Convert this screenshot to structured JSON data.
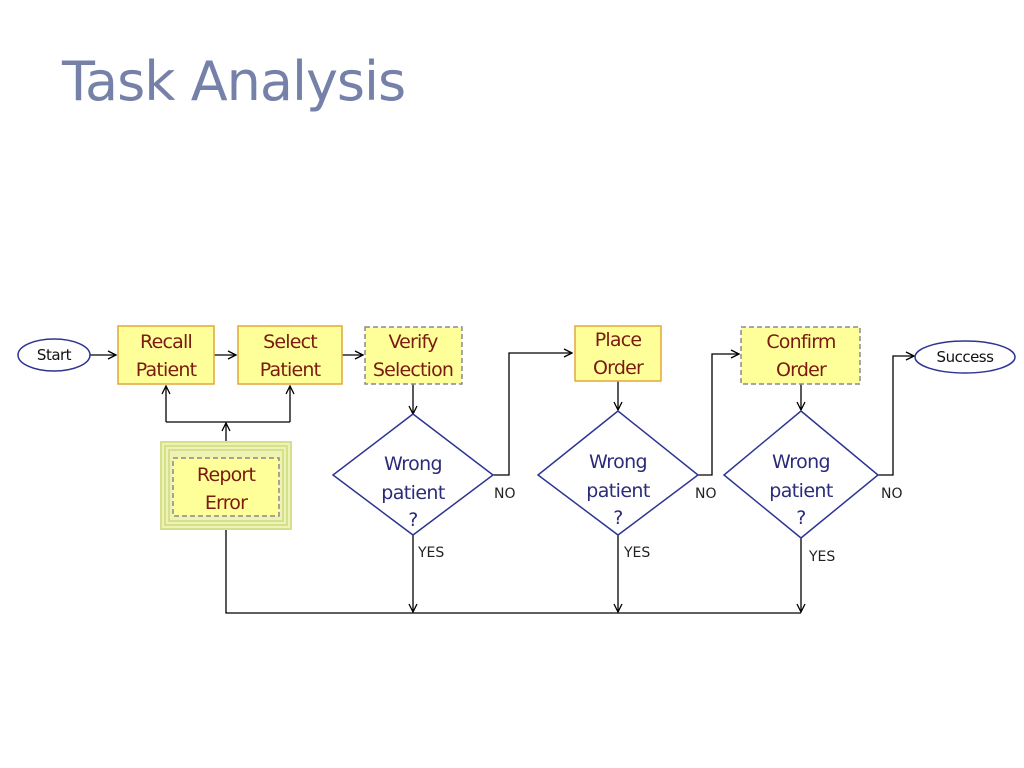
{
  "title": "Task Analysis",
  "terminals": {
    "start": "Start",
    "success": "Success"
  },
  "steps": {
    "recall": [
      "Recall",
      "Patient"
    ],
    "select": [
      "Select",
      "Patient"
    ],
    "verify": [
      "Verify",
      "Selection"
    ],
    "place": [
      "Place",
      "Order"
    ],
    "confirm": [
      "Confirm",
      "Order"
    ],
    "report": [
      "Report",
      "Error"
    ]
  },
  "decision": [
    "Wrong",
    "patient",
    "?"
  ],
  "labels": {
    "no": "NO",
    "yes": "YES"
  },
  "colors": {
    "title": "#7581a8",
    "box_fill": "#ffff99",
    "box_border": "#e0a93a",
    "dashed_border": "#8a8a8a",
    "diamond_border": "#2e3592",
    "terminal_border": "#2e3592",
    "report_frame": "#d4e08a"
  }
}
